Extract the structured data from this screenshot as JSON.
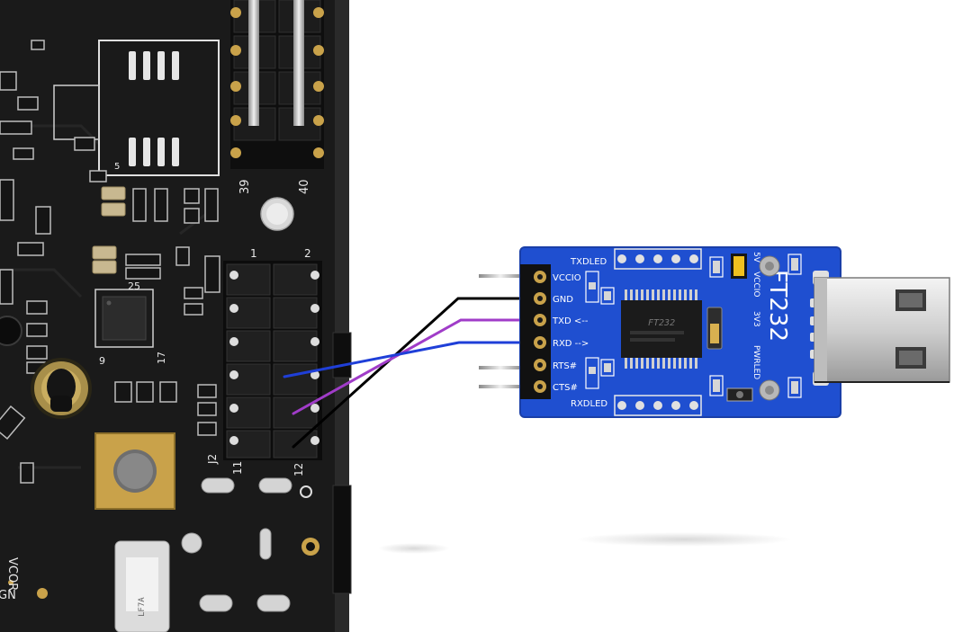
{
  "colors": {
    "main_pcb": "#1a1a1a",
    "adapter_pcb": "#1f4fd0",
    "usb_metal": "#d8d8d8",
    "wire_black": "#000000",
    "wire_purple": "#a03cc8",
    "wire_blue": "#1f3fd8",
    "gold_pad": "#c9a24a"
  },
  "main_board": {
    "header_top_left_label": "39",
    "header_top_right_label": "40",
    "header_j2_pin1_label": "1",
    "header_j2_pin2_label": "2",
    "header_j2_pin11_label": "11",
    "header_j2_pin12_label": "12",
    "header_j2_ref": "J2",
    "chip_pin25_label": "25",
    "chip_pin17_label": "17",
    "chip_pin9_label": "9",
    "pin_label_5": "5",
    "edge_text_vcor": "VCOR",
    "edge_text_gn": "GN",
    "fuse_text": "LF7A"
  },
  "adapter": {
    "pins": [
      "VCCIO",
      "GND",
      "TXD <--",
      "RXD -->",
      "RTS#",
      "CTS#"
    ],
    "txd_led": "TXDLED",
    "rxd_led": "RXDLED",
    "chip_marking": "FT232",
    "model": "FT232",
    "voltage_labels": [
      "5V",
      "VCCIO",
      "3V3"
    ],
    "pwr_led": "PWRLED"
  }
}
